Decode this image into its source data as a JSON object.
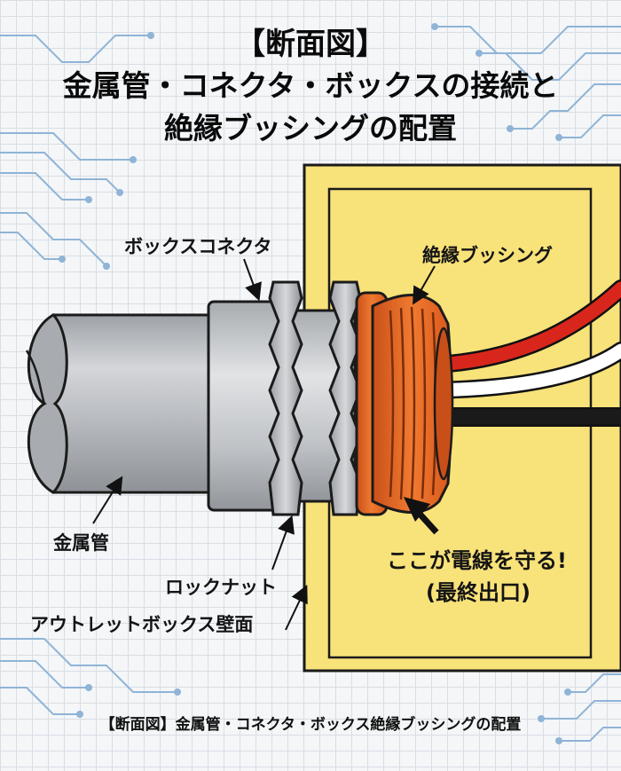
{
  "title": {
    "line1": "【断面図】",
    "line2": "金属管・コネクタ・ボックスの接続と",
    "line3": "絶縁ブッシングの配置"
  },
  "labels": {
    "box_connector": "ボックスコネクタ",
    "insulating_bushing": "絶縁ブッシング",
    "metal_conduit": "金属管",
    "lock_nut": "ロックナット",
    "outlet_box_wall": "アウトレットボックス壁面",
    "callout_line1": "ここが電線を守る!",
    "callout_line2": "(最終出口)"
  },
  "caption": "【断面図】金属管・コネクタ・ボックス絶縁ブッシングの配置",
  "colors": {
    "box_fill": "#f8e27a",
    "bushing": "#e8641e",
    "wire_red": "#d9261c",
    "wire_white": "#ffffff",
    "wire_black": "#1a1a1a",
    "metal": "#b9bcc0",
    "circuit_lines": "#8fb4d6"
  }
}
